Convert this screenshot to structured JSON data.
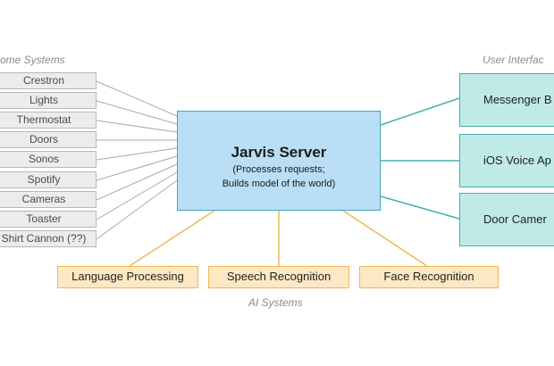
{
  "groups": {
    "home_systems_label": "ome Systems",
    "user_interfaces_label": "User Interfac",
    "ai_systems_label": "AI Systems"
  },
  "home_systems": [
    "Crestron",
    "Lights",
    "Thermostat",
    "Doors",
    "Sonos",
    "Spotify",
    "Cameras",
    "Toaster",
    "Shirt Cannon (??)"
  ],
  "server": {
    "title": "Jarvis Server",
    "subtitle_line1": "(Processes requests;",
    "subtitle_line2": "Builds model of the world)"
  },
  "user_interfaces": [
    "Messenger B",
    "iOS Voice Ap",
    "Door Camer"
  ],
  "ai_systems": [
    "Language Processing",
    "Speech Recognition",
    "Face Recognition"
  ],
  "colors": {
    "home_fill": "#ececec",
    "server_fill": "#b9def5",
    "ui_fill": "#bfeae6",
    "ai_fill": "#fde8c4",
    "home_wire": "#a8a8a8",
    "ui_wire": "#48b0ac",
    "ai_wire": "#f2b654"
  }
}
